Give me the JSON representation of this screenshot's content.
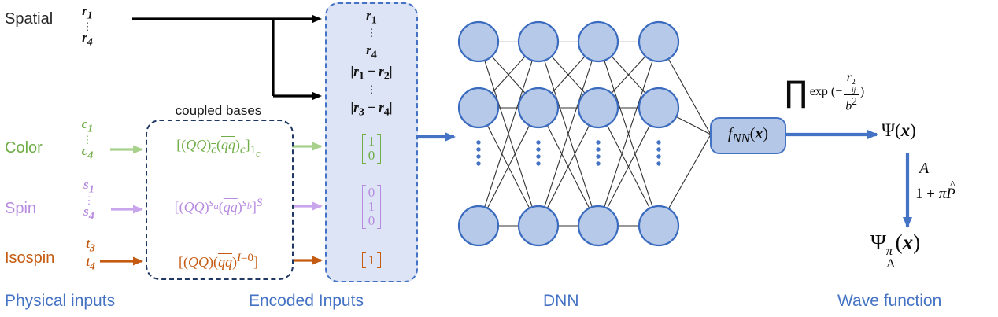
{
  "colors": {
    "accent_blue": "#4472C4",
    "navy_dashed_box": "#1F3864",
    "green_text": "#70AD47",
    "green_arrow": "#A9D18E",
    "purple_text": "#B78BE0",
    "purple_arrow": "#C9A5EC",
    "orange_text": "#C55A11",
    "node_fill": "#B6C9E8",
    "node_border": "#3A6BBF",
    "encoded_box_fill": "#DCE4F5",
    "black": "#000000"
  },
  "physical": {
    "section_label": "Physical inputs",
    "spatial": {
      "label": "Spatial",
      "first": "<b><i>r</i></b><sub>1</sub>",
      "dots": "⋮",
      "last": "<b><i>r</i></b><sub>4</sub>"
    },
    "color": {
      "label": "Color",
      "first": "<b><i>c</i></b><sub>1</sub>",
      "dots": "⋮",
      "last": "<b><i>c</i></b><sub>4</sub>"
    },
    "spin": {
      "label": "Spin",
      "first": "<b><i>s</i></b><sub>1</sub>",
      "dots": "⋮",
      "last": "<b><i>s</i></b><sub>4</sub>"
    },
    "isospin": {
      "label": "Isospin",
      "first": "<b><i>t</i></b><sub>3</sub>",
      "last": "<b><i>t</i></b><sub>4</sub>"
    }
  },
  "coupled": {
    "title": "coupled bases",
    "color_formula": "[(<i>QQ</i>)<sub><span class='ov'><i>c</i></span></sub>(<span class='ov'><i>q</i></span><span class='ov'><i>q</i></span>)<sub><i>c</i></sub>]<sub>1<sub><i>c</i></sub></sub>",
    "spin_formula": "[(<i>QQ</i>)<sup><i>s<sub>a</sub></i></sup>(<span class='ov'><i>q</i></span><span class='ov'><i>q</i></span>)<sup><i>s<sub>b</sub></i></sup>]<sup><i>S</i></sup>",
    "isospin_formula": "[(<i>QQ</i>)(<span class='ov'><i>q</i></span><span class='ov'><i>q</i></span>)<sup><i>I</i>=0</sup>]"
  },
  "encoded": {
    "section_label": "Encoded Inputs",
    "r_first": "<b><i>r</i></b><sub>1</sub>",
    "dots1": "⋮",
    "r_last": "<b><i>r</i></b><sub>4</sub>",
    "pair_first": "|<b><i>r</i></b><sub>1</sub> − <b><i>r</i></b><sub>2</sub>|",
    "dots2": "⋮",
    "pair_last": "|<b><i>r</i></b><sub>3</sub> − <b><i>r</i></b><sub>4</sub>|",
    "color_vector": "1<br>0",
    "spin_vector": "0<br>1<br>0",
    "isospin_vector": "1"
  },
  "dnn": {
    "section_label": "DNN",
    "output_label": "<i>f</i><sub><i>NN</i></sub>(<b><i>x</i></b>)"
  },
  "wave": {
    "section_label": "Wave function",
    "prod_sign": "∏",
    "envelope_open": "exp (−",
    "frac_num": "<i>r</i><span class='supsub'><span>2</span><span><i>ij</i></span></span>",
    "frac_den": "<i>b</i><sup>2</sup>",
    "envelope_close": ")",
    "psi": "Ψ(<b><i>x</i></b>)",
    "antisym_op": "A",
    "perm_op": "1 + <i>π</i><span class='hat'><i>P</i><span class='hatmark'>^</span></span>",
    "psi_final": "Ψ<span class='supsub'><span><i>π</i></span><span>A</span></span>(<b><i>x</i></b>)"
  }
}
